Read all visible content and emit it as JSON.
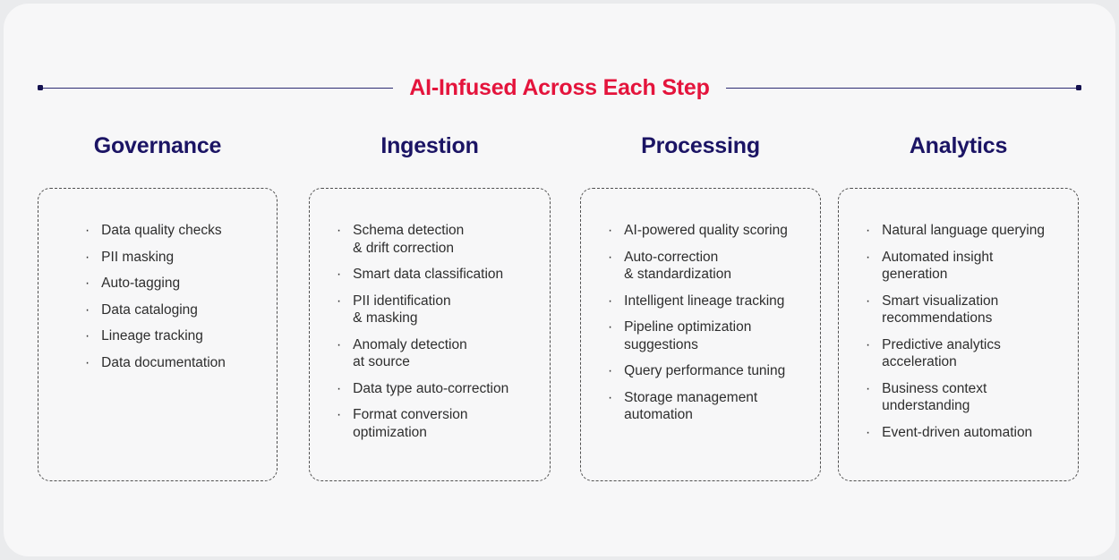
{
  "title": "AI-Infused Across Each Step",
  "bullet": "·",
  "colors": {
    "accent_red": "#e4143c",
    "navy": "#1b1464",
    "line_navy": "#2d2c73",
    "dot_navy": "#14114f",
    "item_text": "#2e2e2e",
    "dash_border": "#4f4f4f",
    "card_bg": "#f7f7f8",
    "page_bg": "#eaebed"
  },
  "columns": [
    {
      "title": "Governance",
      "items": [
        "Data quality checks",
        "PII masking",
        "Auto-tagging",
        "Data cataloging",
        "Lineage tracking",
        "Data documentation"
      ]
    },
    {
      "title": "Ingestion",
      "items": [
        "Schema detection\n& drift correction",
        "Smart data classification",
        "PII identification\n& masking",
        "Anomaly detection\nat source",
        "Data type auto-correction",
        "Format conversion\noptimization"
      ]
    },
    {
      "title": "Processing",
      "items": [
        "AI-powered quality scoring",
        "Auto-correction\n& standardization",
        "Intelligent lineage tracking",
        "Pipeline optimization\nsuggestions",
        "Query performance tuning",
        "Storage management\nautomation"
      ]
    },
    {
      "title": "Analytics",
      "items": [
        "Natural language querying",
        "Automated insight\ngeneration",
        "Smart visualization\nrecommendations",
        "Predictive analytics\nacceleration",
        "Business context\nunderstanding",
        "Event-driven automation"
      ]
    }
  ]
}
